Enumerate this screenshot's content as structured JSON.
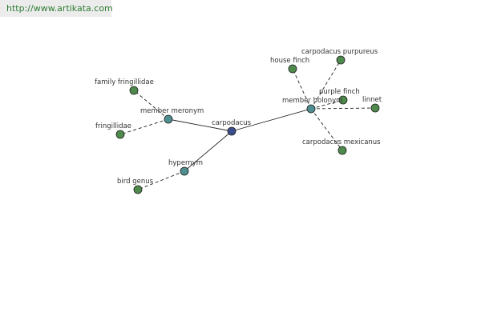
{
  "banner": {
    "url": "http://www.artikata.com"
  },
  "colors": {
    "root": "#3b4e8c",
    "relation": "#4f8f90",
    "term": "#4e8a4c",
    "edge": "#222222"
  },
  "graph": {
    "nodes": [
      {
        "id": "carpodacus",
        "label": "carpodacus",
        "kind": "root"
      },
      {
        "id": "member-meronym",
        "label": "member meronym",
        "kind": "relation"
      },
      {
        "id": "hypernym",
        "label": "hypernym",
        "kind": "relation"
      },
      {
        "id": "member-holonym",
        "label": "member holonym",
        "kind": "relation"
      },
      {
        "id": "family-fringillidae",
        "label": "family fringillidae",
        "kind": "term"
      },
      {
        "id": "fringillidae",
        "label": "fringillidae",
        "kind": "term"
      },
      {
        "id": "bird-genus",
        "label": "bird genus",
        "kind": "term"
      },
      {
        "id": "house-finch",
        "label": "house finch",
        "kind": "term"
      },
      {
        "id": "carpodacus-purpureus",
        "label": "carpodacus purpureus",
        "kind": "term"
      },
      {
        "id": "purple-finch",
        "label": "purple finch",
        "kind": "term"
      },
      {
        "id": "linnet",
        "label": "linnet",
        "kind": "term"
      },
      {
        "id": "carpodacus-mexicanus",
        "label": "carpodacus mexicanus",
        "kind": "term"
      }
    ],
    "edges": [
      {
        "from": "carpodacus",
        "to": "member-meronym",
        "style": "solid"
      },
      {
        "from": "carpodacus",
        "to": "hypernym",
        "style": "solid"
      },
      {
        "from": "carpodacus",
        "to": "member-holonym",
        "style": "solid"
      },
      {
        "from": "member-meronym",
        "to": "family-fringillidae",
        "style": "dashed"
      },
      {
        "from": "member-meronym",
        "to": "fringillidae",
        "style": "dashed"
      },
      {
        "from": "hypernym",
        "to": "bird-genus",
        "style": "dashed"
      },
      {
        "from": "member-holonym",
        "to": "house-finch",
        "style": "dashed"
      },
      {
        "from": "member-holonym",
        "to": "carpodacus-purpureus",
        "style": "dashed"
      },
      {
        "from": "member-holonym",
        "to": "purple-finch",
        "style": "dashed"
      },
      {
        "from": "member-holonym",
        "to": "linnet",
        "style": "dashed"
      },
      {
        "from": "member-holonym",
        "to": "carpodacus-mexicanus",
        "style": "dashed"
      }
    ]
  }
}
